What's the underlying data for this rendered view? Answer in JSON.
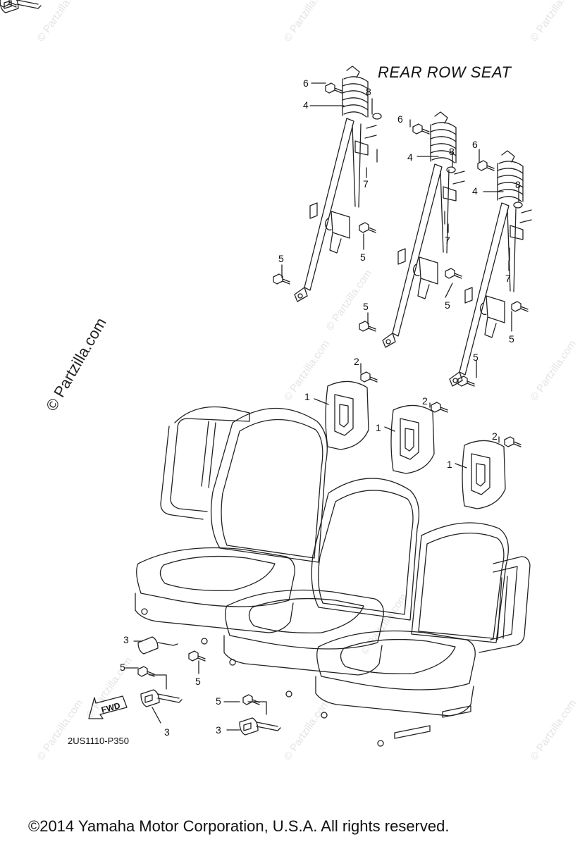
{
  "diagram": {
    "title": "REAR ROW SEAT",
    "diagram_id": "2US1110-P350",
    "copyright": "©2014  Yamaha Motor Corporation, U.S.A. All rights reserved.",
    "watermark": "© Partzilla.com",
    "fwd_label": "FWD",
    "callouts": [
      "6",
      "4",
      "8",
      "7",
      "5",
      "5",
      "6",
      "4",
      "8",
      "7",
      "5",
      "5",
      "6",
      "4",
      "8",
      "7",
      "5",
      "5",
      "2",
      "1",
      "2",
      "1",
      "2",
      "1",
      "3",
      "5",
      "5",
      "3",
      "5",
      "3"
    ]
  }
}
